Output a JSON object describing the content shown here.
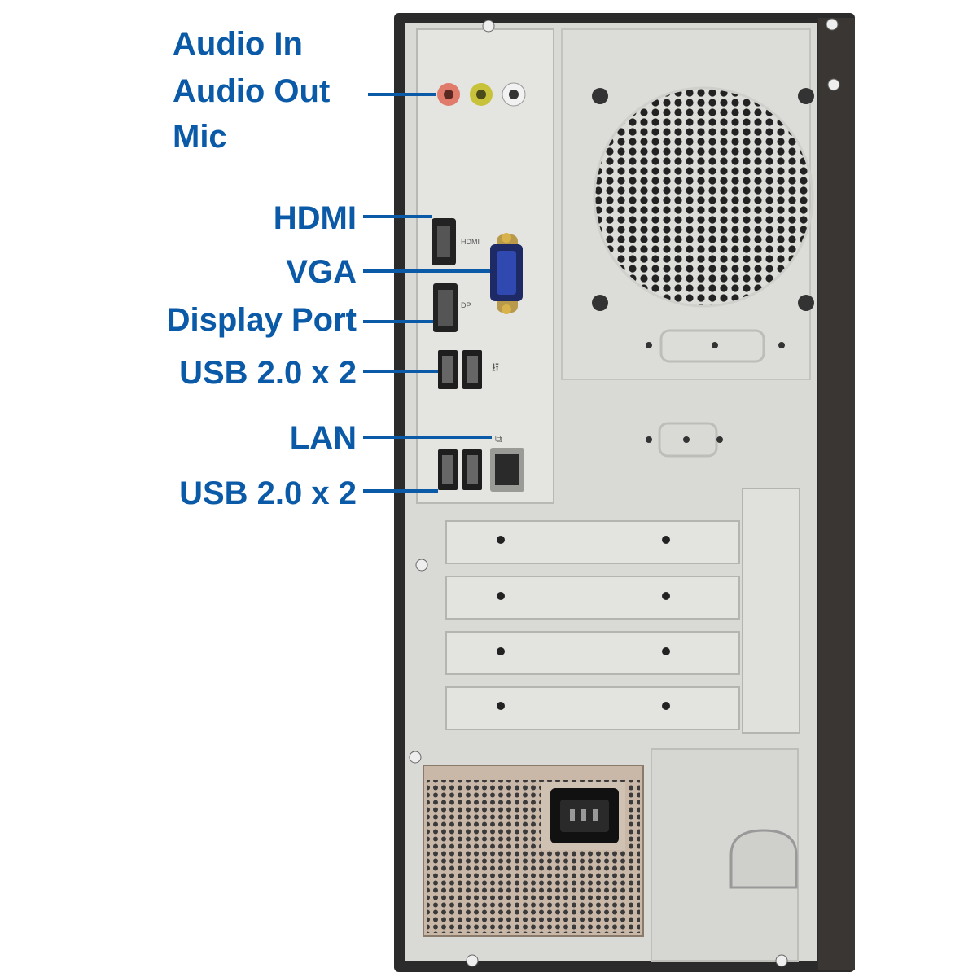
{
  "labels": {
    "audio_in": "Audio In",
    "audio_out": "Audio Out",
    "mic": "Mic",
    "hdmi": "HDMI",
    "vga": "VGA",
    "display_port": "Display Port",
    "usb_top": "USB 2.0 x 2",
    "lan": "LAN",
    "usb_bottom": "USB 2.0 x 2"
  },
  "port_marks": {
    "hdmi": "HDMI",
    "dp": "DP"
  },
  "colors": {
    "label_blue": "#0a5aa8",
    "chassis_black": "#2b2b2b",
    "panel_gray": "#d9d9d6",
    "audio_pink": "#e07a6a",
    "audio_green": "#c8c23a",
    "audio_white": "#f2f2f2"
  },
  "icons": [
    "usb-icon",
    "lan-icon",
    "vga-icon",
    "power-socket-icon",
    "fan-grille-icon"
  ]
}
